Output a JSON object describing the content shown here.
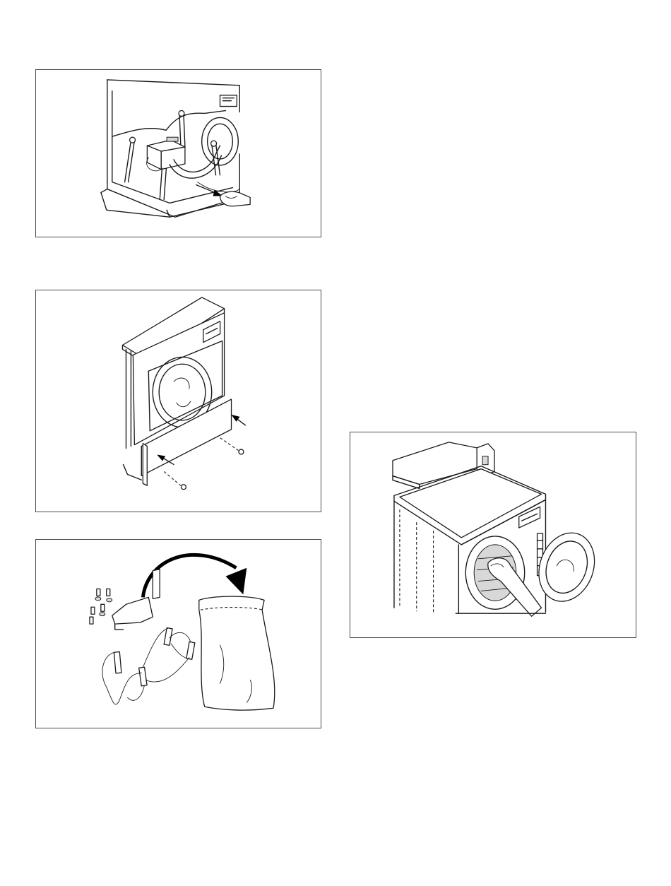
{
  "figures": [
    {
      "id": "fig1",
      "subject": "remove-shipping-brackets-and-springs"
    },
    {
      "id": "fig2",
      "subject": "install-lower-front-panels"
    },
    {
      "id": "fig3",
      "subject": "place-shipping-hardware-in-bag"
    },
    {
      "id": "fig4",
      "subject": "clean-cylinder-interior"
    }
  ]
}
